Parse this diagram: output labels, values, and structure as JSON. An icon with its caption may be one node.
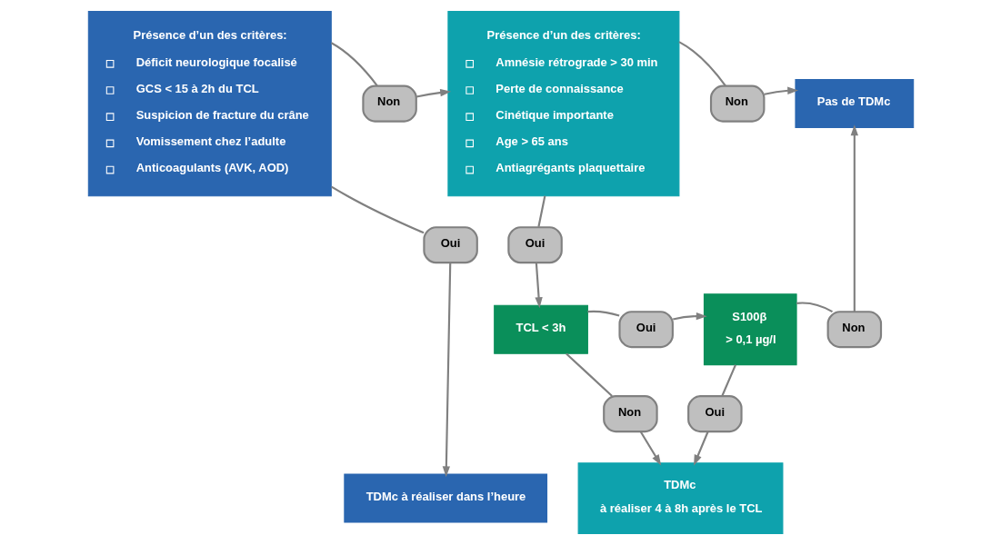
{
  "diagram": {
    "nodes": [
      {
        "text": [
          "Présence d’un des critères:",
          "Déficit neurologique focalisé",
          "GCS < 15 à 2h du TCL",
          "Suspicion de fracture du crâne",
          "Vomissement chez l’adulte",
          "Anticoagulants (AVK, AOD)"
        ]
      },
      {
        "text": [
          "Non"
        ]
      },
      {
        "text": [
          "Présence d’un des critères:",
          "Amnésie rétrograde > 30 min",
          "Perte de connaissance",
          "Cinétique importante",
          "Age > 65 ans",
          "Antiagrégants plaquettaire"
        ]
      },
      {
        "text": [
          "Non"
        ]
      },
      {
        "text": [
          "Pas de TDMc"
        ]
      },
      {
        "text": [
          "Oui"
        ]
      },
      {
        "text": [
          "TDMc à réaliser dans l’heure"
        ]
      },
      {
        "text": [
          "Oui"
        ]
      },
      {
        "text": [
          "TCL < 3h"
        ]
      },
      {
        "text": [
          "Oui"
        ]
      },
      {
        "text": [
          "S100β",
          "> 0,1 µg/l"
        ]
      },
      {
        "text": [
          "Non"
        ]
      },
      {
        "text": [
          "Non"
        ]
      },
      {
        "text": [
          "Oui"
        ]
      },
      {
        "text": [
          "TDMc",
          "à réaliser 4 à 8h après le TCL"
        ]
      }
    ],
    "edges": [
      {
        "from": 0,
        "to": 1,
        "arrow": "none"
      },
      {
        "from": 1,
        "to": 2,
        "arrow": "to"
      },
      {
        "from": 2,
        "to": 3,
        "arrow": "none"
      },
      {
        "from": 3,
        "to": 4,
        "arrow": "to"
      },
      {
        "from": 0,
        "to": 5,
        "arrow": "none"
      },
      {
        "from": 5,
        "to": 6,
        "arrow": "to"
      },
      {
        "from": 2,
        "to": 7,
        "arrow": "none"
      },
      {
        "from": 7,
        "to": 8,
        "arrow": "to"
      },
      {
        "from": 8,
        "to": 9,
        "arrow": "none"
      },
      {
        "from": 9,
        "to": 10,
        "arrow": "to"
      },
      {
        "from": 10,
        "to": 11,
        "arrow": "none"
      },
      {
        "from": 11,
        "to": 4,
        "arrow": "to"
      },
      {
        "from": 8,
        "to": 12,
        "arrow": "none"
      },
      {
        "from": 12,
        "to": 14,
        "arrow": "to"
      },
      {
        "from": 10,
        "to": 13,
        "arrow": "none"
      },
      {
        "from": 13,
        "to": 14,
        "arrow": "to"
      }
    ]
  }
}
